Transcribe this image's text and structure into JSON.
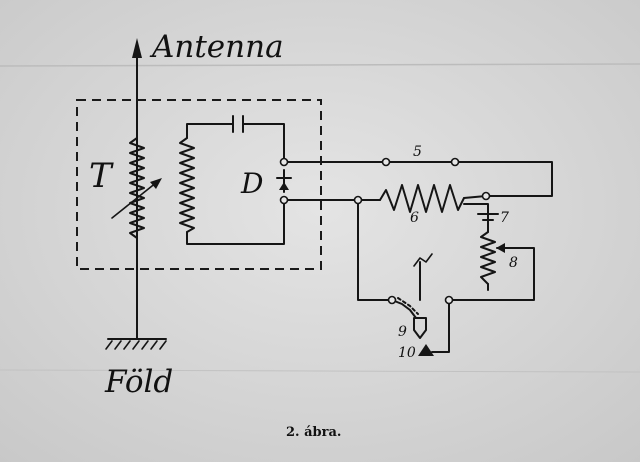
{
  "labels": {
    "antenna": "Antenna",
    "ground": "Föld",
    "tuner": "T",
    "detector": "D",
    "n5": "5",
    "n6": "6",
    "n7": "7",
    "n8": "8",
    "n9": "9",
    "n10": "10",
    "caption": "2. ábra."
  },
  "colors": {
    "paper": "#d9d9d9",
    "ink": "#151515"
  }
}
